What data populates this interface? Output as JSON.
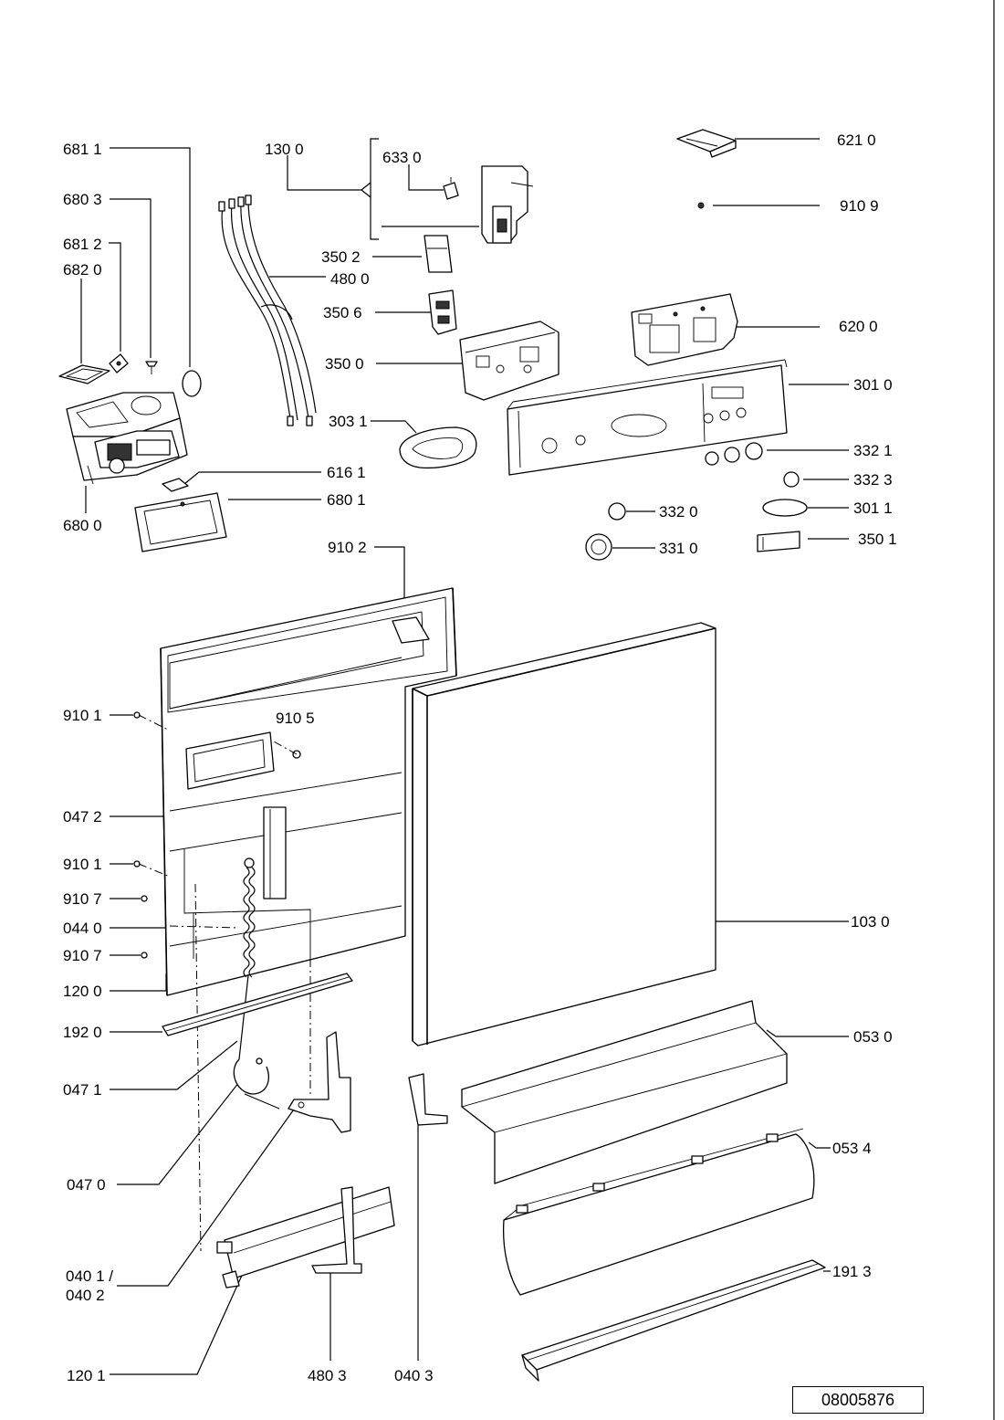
{
  "callouts": {
    "c6811": "681 1",
    "c1300": "130 0",
    "c6330": "633 0",
    "c6210": "621 0",
    "c6803": "680 3",
    "c9109": "910 9",
    "c6812": "681 2",
    "c6820": "682 0",
    "c3502": "350 2",
    "c4800": "480 0",
    "c3506": "350 6",
    "c6200": "620 0",
    "c3500": "350 0",
    "c3010": "301 0",
    "c3031": "303 1",
    "c3321": "332 1",
    "c6161": "616 1",
    "c3323": "332 3",
    "c6801": "680 1",
    "c6800": "680 0",
    "c3320": "332 0",
    "c3011": "301 1",
    "c9102": "910 2",
    "c3310": "331 0",
    "c3501": "350 1",
    "c9101a": "910 1",
    "c9105": "910 5",
    "c0472": "047 2",
    "c9101b": "910 1",
    "c9107a": "910 7",
    "c0440": "044 0",
    "c9107b": "910 7",
    "c1030": "103 0",
    "c1200": "120 0",
    "c1920": "192 0",
    "c0530": "053 0",
    "c0471": "047 1",
    "c0534": "053 4",
    "c0470": "047 0",
    "c0401": "040 1 /",
    "c0402": "040 2",
    "c1913": "191 3",
    "c1201": "120 1",
    "c4803": "480 3",
    "c0403": "040 3"
  },
  "reference_code": "08005876"
}
